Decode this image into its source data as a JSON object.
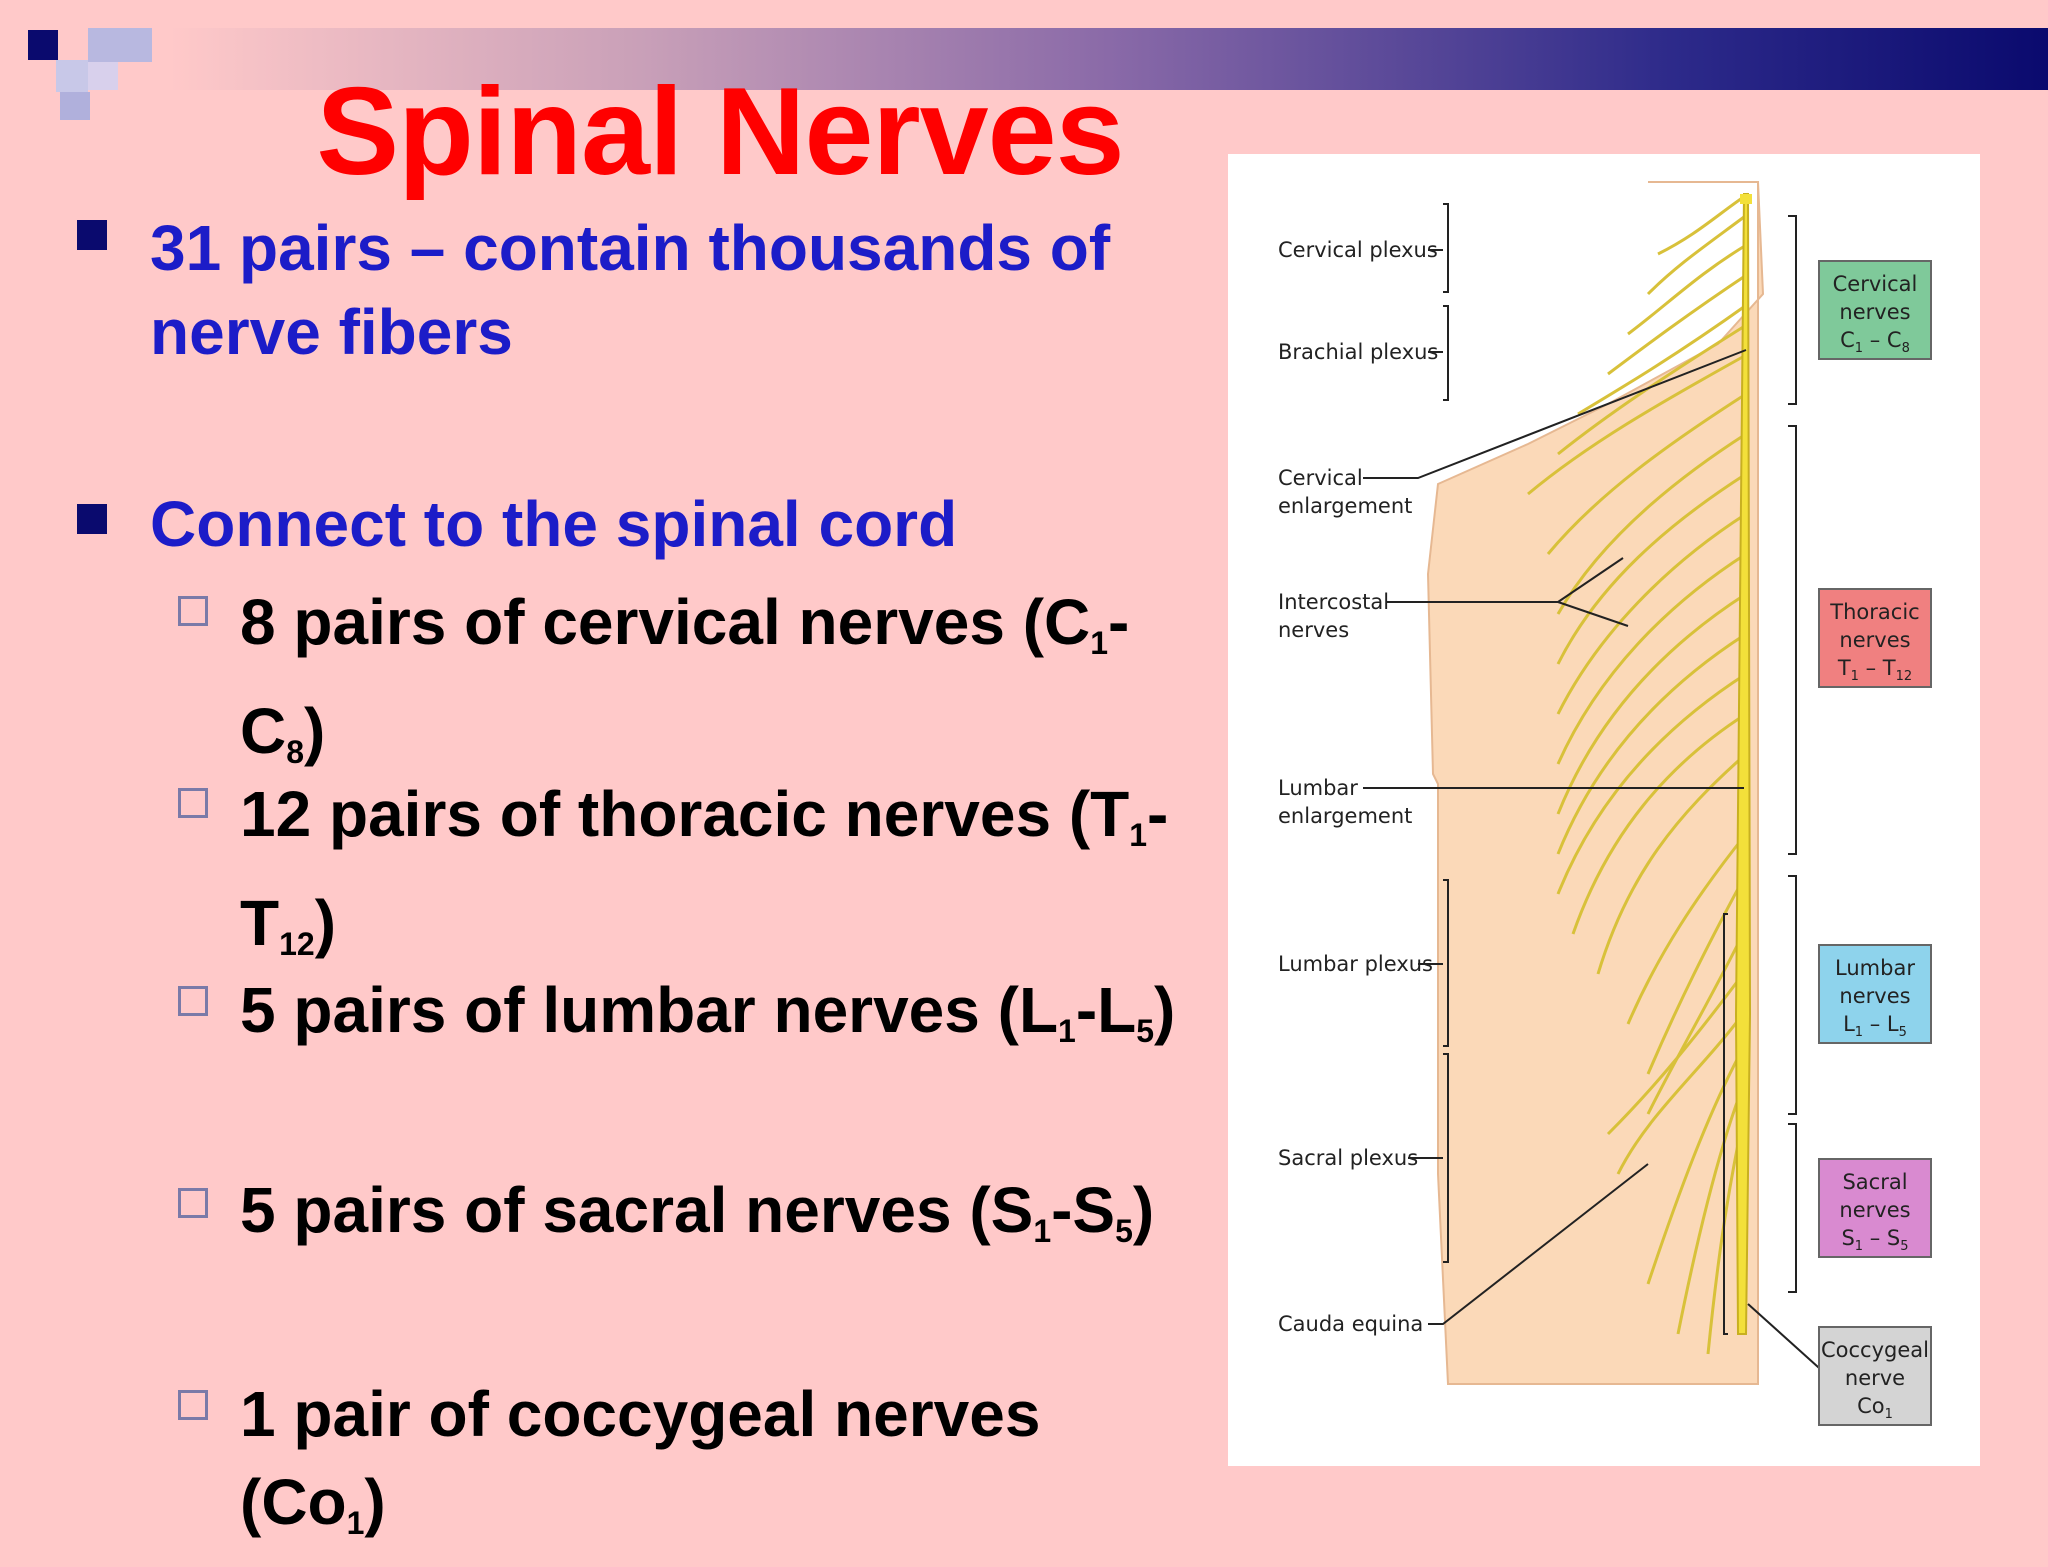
{
  "slide": {
    "title": "Spinal Nerves",
    "bullets": [
      {
        "text": "31 pairs – contain thousands of nerve fibers"
      },
      {
        "text": "Connect to the spinal cord"
      }
    ],
    "sub_bullets": [
      {
        "text": "8 pairs of cervical nerves (C",
        "s1": "1",
        "mid": "-C",
        "s2": "8",
        "end": ")"
      },
      {
        "text": "12 pairs of thoracic nerves (T",
        "s1": "1",
        "mid": "-T",
        "s2": "12",
        "end": ")"
      },
      {
        "text": "5 pairs of lumbar nerves (L",
        "s1": "1",
        "mid": "-L",
        "s2": "5",
        "end": ")"
      },
      {
        "text": "5 pairs of sacral nerves (S",
        "s1": "1",
        "mid": "-S",
        "s2": "5",
        "end": ")"
      },
      {
        "text": "1 pair of coccygeal nerves (Co",
        "s1": "1",
        "mid": "",
        "s2": "",
        "end": ")"
      }
    ]
  },
  "diagram": {
    "left_labels": {
      "cervical_plexus": "Cervical plexus",
      "brachial_plexus": "Brachial plexus",
      "cervical_enlargement_1": "Cervical",
      "cervical_enlargement_2": "enlargement",
      "intercostal_1": "Intercostal",
      "intercostal_2": "nerves",
      "lumbar_enlargement_1": "Lumbar",
      "lumbar_enlargement_2": "enlargement",
      "lumbar_plexus": "Lumbar plexus",
      "sacral_plexus": "Sacral plexus",
      "cauda_equina": "Cauda equina"
    },
    "boxes": [
      {
        "l1": "Cervical",
        "l2": "nerves",
        "l3a": "C",
        "s1": "1",
        "l3b": " – C",
        "s2": "8",
        "color": "#7fc99a"
      },
      {
        "l1": "Thoracic",
        "l2": "nerves",
        "l3a": "T",
        "s1": "1",
        "l3b": " – T",
        "s2": "12",
        "color": "#f08080"
      },
      {
        "l1": "Lumbar",
        "l2": "nerves",
        "l3a": "L",
        "s1": "1",
        "l3b": " – L",
        "s2": "5",
        "color": "#8ed3ec"
      },
      {
        "l1": "Sacral",
        "l2": "nerves",
        "l3a": "S",
        "s1": "1",
        "l3b": " – S",
        "s2": "5",
        "color": "#d98ad0"
      },
      {
        "l1": "Coccygeal",
        "l2": "nerve",
        "l3a": "Co",
        "s1": "1",
        "l3b": "",
        "s2": "",
        "color": "#d4d4d4"
      }
    ]
  }
}
